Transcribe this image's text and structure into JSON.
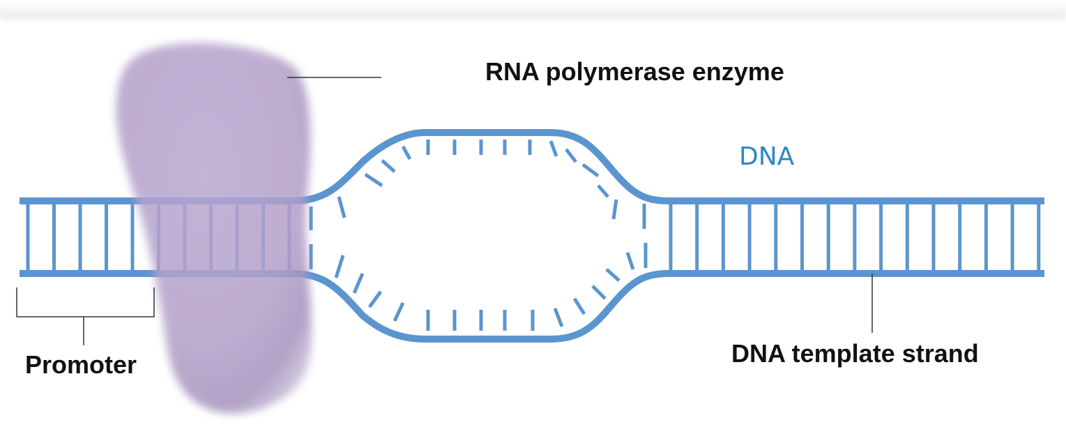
{
  "labels": {
    "rna_polymerase": "RNA polymerase enzyme",
    "dna": "DNA",
    "dna_template_strand": "DNA template strand",
    "promoter": "Promoter"
  },
  "colors": {
    "dna_strand": "#5b95cf",
    "dna_label": "#2b86c4",
    "enzyme": "#b7a3cc",
    "leader_line": "#333333",
    "text": "#111111"
  }
}
